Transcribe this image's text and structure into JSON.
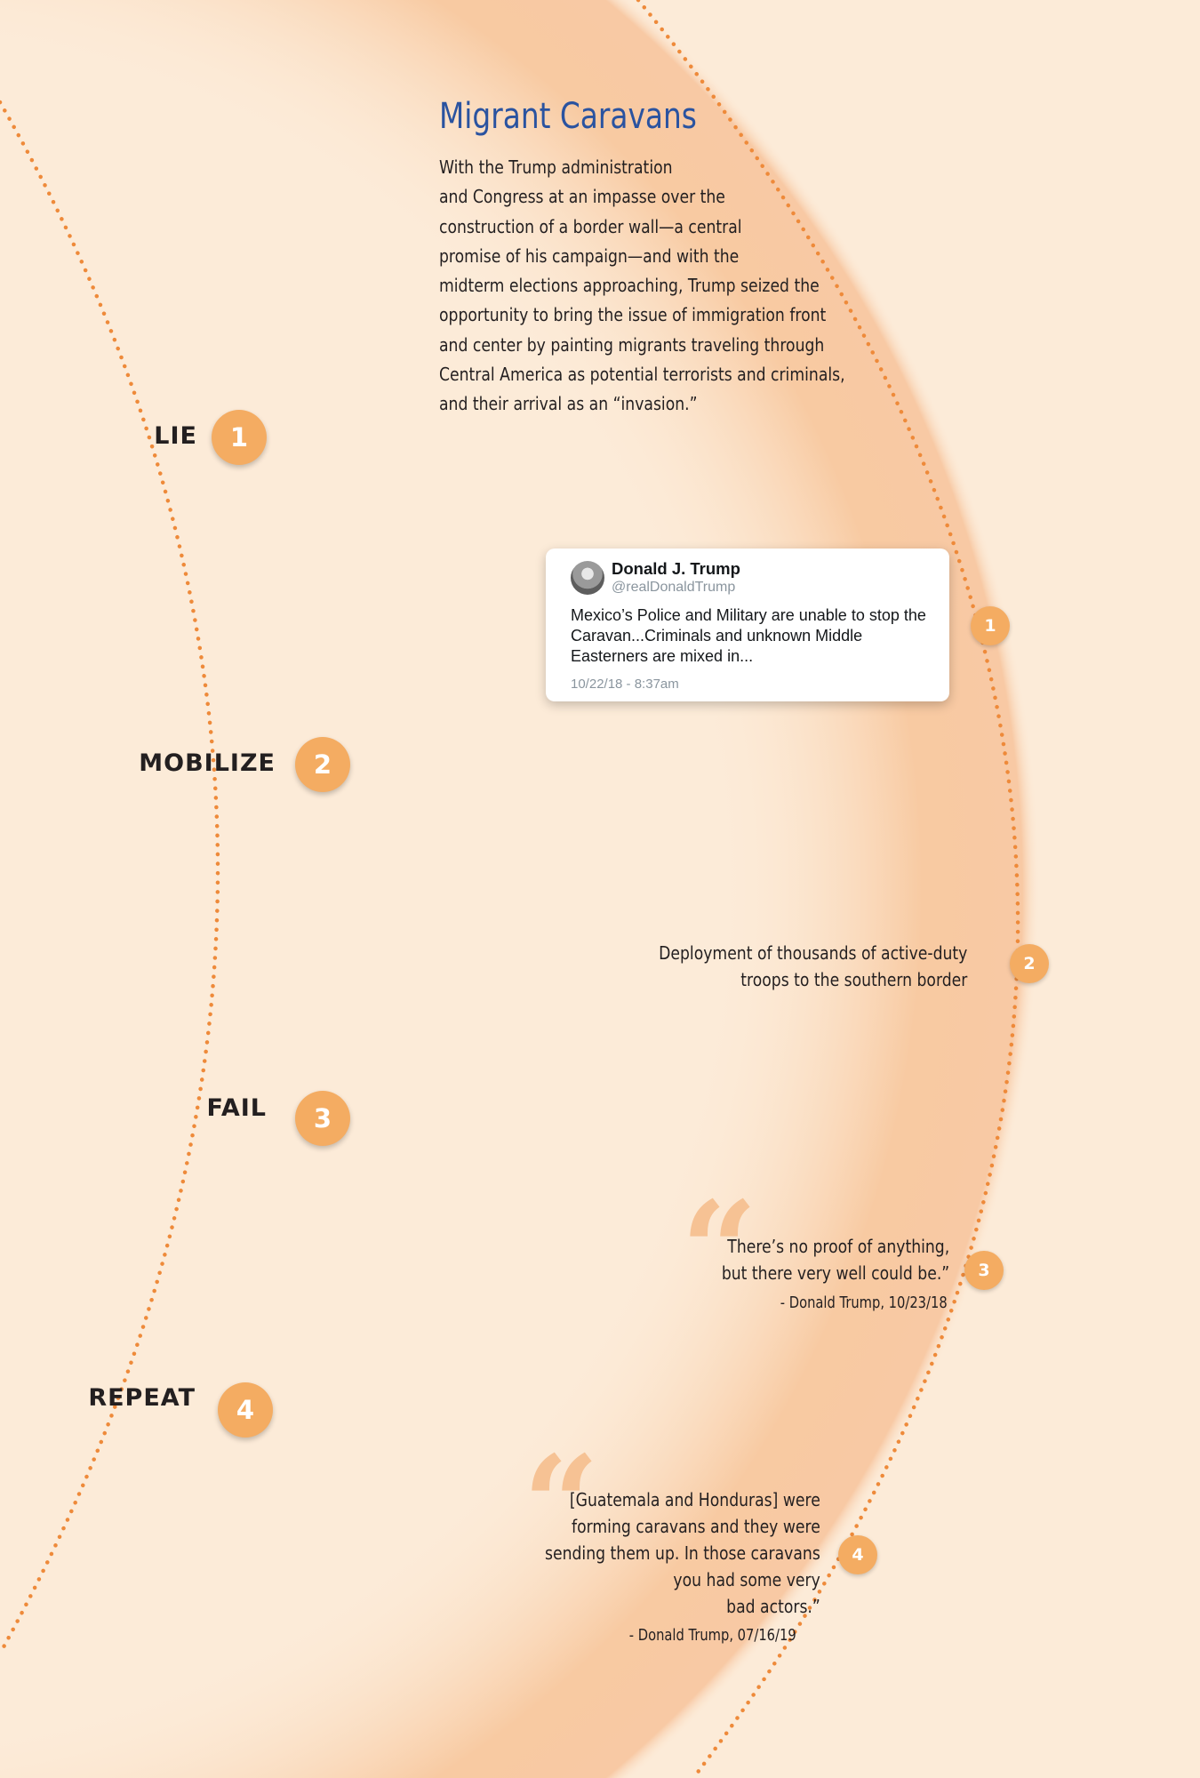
{
  "title": "Migrant Caravans",
  "intro_lines": [
    "With the Trump administration",
    "and Congress at an impasse over the",
    "construction of a border wall—a central",
    "promise of his campaign—and with the",
    "midterm elections approaching, Trump seized the",
    "opportunity to bring the issue of immigration front",
    "and center by painting migrants traveling through",
    "Central America as potential terrorists and criminals,",
    "and their arrival as an “invasion.”"
  ],
  "steps": [
    {
      "label": "LIE",
      "number": "1"
    },
    {
      "label": "MOBILIZE",
      "number": "2"
    },
    {
      "label": "FAIL",
      "number": "3"
    },
    {
      "label": "REPEAT",
      "number": "4"
    }
  ],
  "tweet": {
    "name": "Donald J. Trump",
    "handle": "@realDonaldTrump",
    "text": "Mexico’s Police and Military are unable to stop the Caravan...Criminals and unknown Middle Easterners are mixed in...",
    "date": "10/22/18 - 8:37am"
  },
  "markers": [
    {
      "number": "1",
      "kind": "tweet"
    },
    {
      "number": "2",
      "lines": [
        "Deployment of thousands of active-duty",
        "troops to the southern border"
      ]
    },
    {
      "number": "3",
      "lines": [
        "There’s no proof of anything,",
        "but there very well could be.”"
      ],
      "attribution": "- Donald Trump, 10/23/18"
    },
    {
      "number": "4",
      "lines": [
        "[Guatemala and Honduras] were",
        "forming caravans and they were",
        "sending them up. In those caravans",
        "you had some very",
        "bad actors.”"
      ],
      "attribution": "- Donald Trump, 07/16/19"
    }
  ],
  "quote_mark": "“",
  "colors": {
    "background": "#fcebd8",
    "glow": "#f8c9a0",
    "accent": "#f4ac62",
    "dots": "#ee8a3a",
    "title": "#2a53a0",
    "text": "#231f20"
  }
}
